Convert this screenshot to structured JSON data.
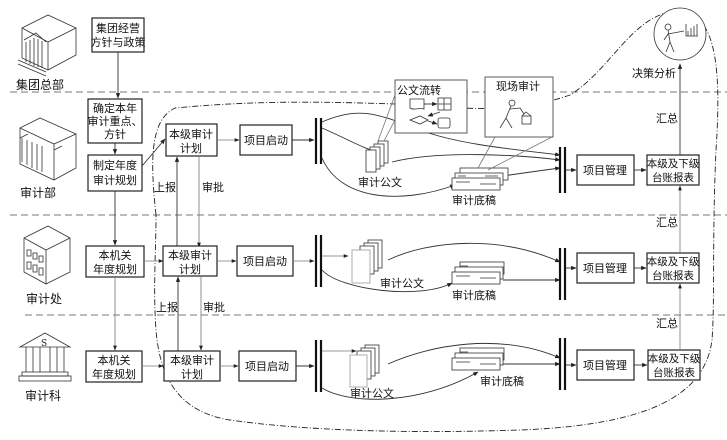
{
  "levels": [
    {
      "id": "hq",
      "label": "集团总部",
      "icon": "corporate-building-icon"
    },
    {
      "id": "audit_dept",
      "label": "审计部",
      "icon": "office-building-icon"
    },
    {
      "id": "audit_office",
      "label": "审计处",
      "icon": "multi-story-building-icon"
    },
    {
      "id": "audit_section",
      "label": "审计科",
      "icon": "bank-building-icon"
    }
  ],
  "left_column": {
    "hq_policy": [
      "集团经营",
      "方针与政策"
    ],
    "dept_focus": [
      "确定本年",
      "审计重点、",
      "方针"
    ],
    "dept_plan": [
      "制定年度",
      "审计规划"
    ],
    "office_plan": [
      "本机关",
      "年度规划"
    ],
    "section_plan": [
      "本机关",
      "年度规划"
    ]
  },
  "rows": [
    {
      "level_plan": [
        "本级审计",
        "计划"
      ],
      "project_start": "项目启动",
      "docs_label": "审计公文",
      "drafts_label": "审计底稿",
      "project_mgmt": "项目管理",
      "ledger": [
        "本级及下级",
        "台账报表"
      ]
    },
    {
      "level_plan": [
        "本级审计",
        "计划"
      ],
      "project_start": "项目启动",
      "docs_label": "审计公文",
      "drafts_label": "审计底稿",
      "project_mgmt": "项目管理",
      "ledger": [
        "本级及下级",
        "台账报表"
      ]
    },
    {
      "level_plan": [
        "本级审计",
        "计划"
      ],
      "project_start": "项目启动",
      "docs_label": "审计公文",
      "drafts_label": "审计底稿",
      "project_mgmt": "项目管理",
      "ledger": [
        "本级及下级",
        "台账报表"
      ]
    }
  ],
  "edge_labels": {
    "report_up_1": "上报",
    "approve_1": "审批",
    "report_up_2": "上报",
    "approve_2": "审批",
    "summary_1": "汇总",
    "summary_2": "汇总",
    "summary_3": "汇总",
    "decision": "决策分析"
  },
  "insets": {
    "doc_flow": {
      "title": "公文流转",
      "icon": "flowchart-icon"
    },
    "onsite_audit": {
      "title": "现场审计",
      "icon": "person-inspecting-box-icon"
    },
    "decision": {
      "icon": "person-presenting-chart-icon"
    }
  }
}
